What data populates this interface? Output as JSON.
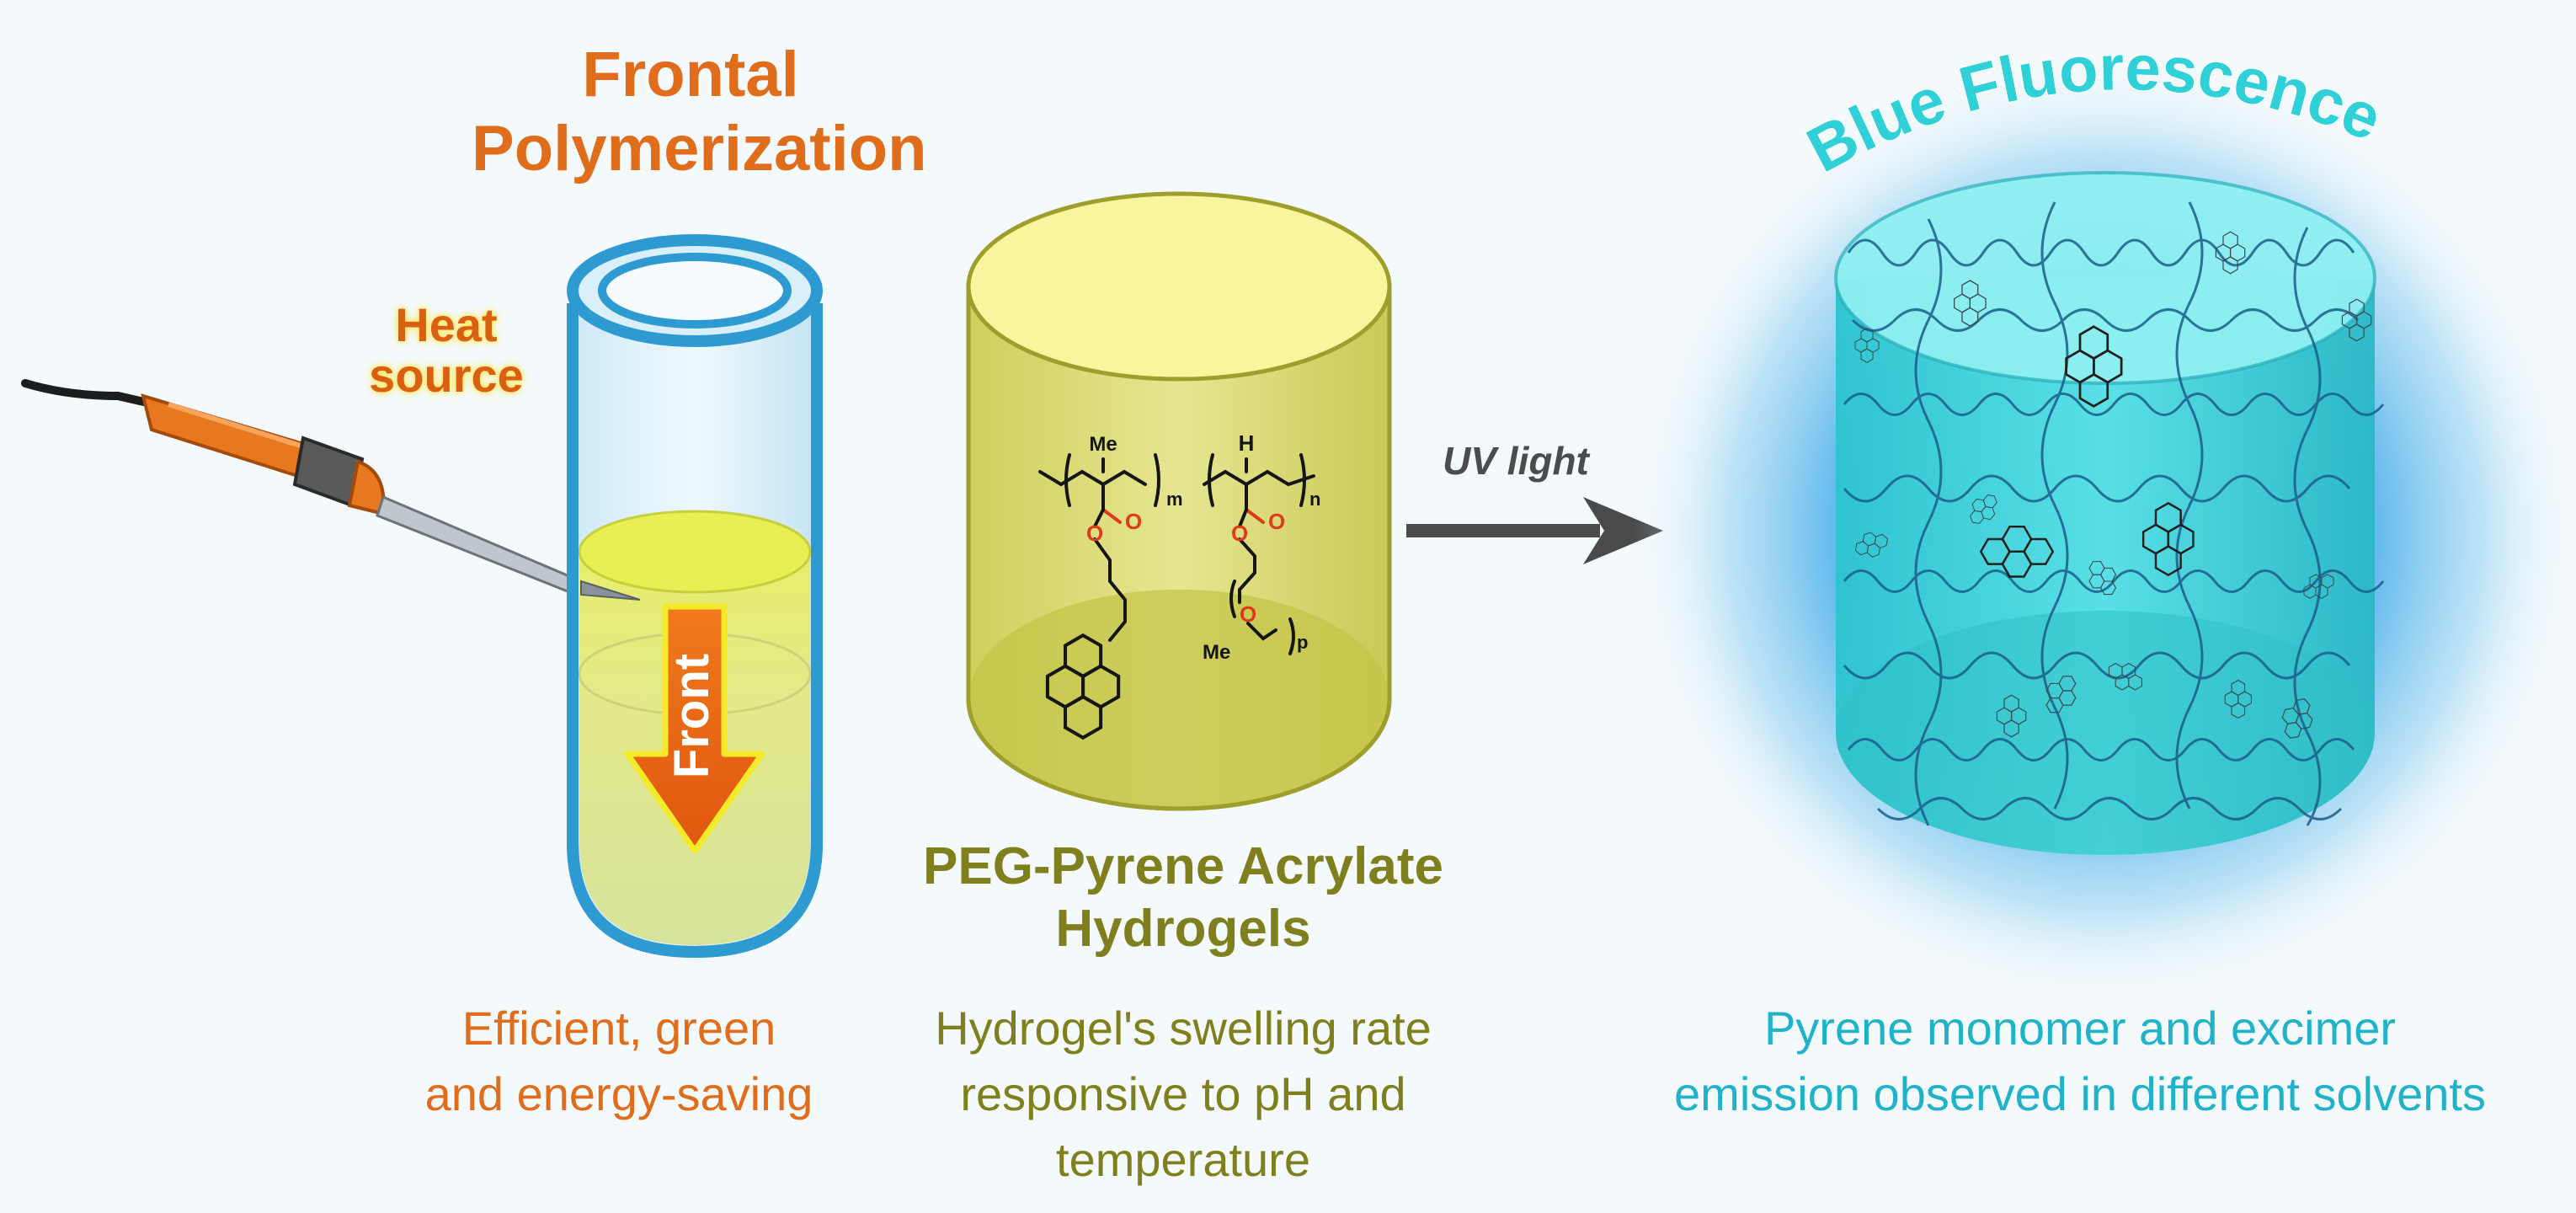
{
  "frontal": {
    "line1": "Frontal",
    "line2": "Polymerization"
  },
  "heat_source": {
    "line1": "Heat",
    "line2": "source"
  },
  "tube": {
    "arrow_label": "Front"
  },
  "polymer": {
    "methyl_label": "Me",
    "hydrogen_label": "H",
    "m_label": "m",
    "n_label": "n",
    "p_label": "p",
    "end_methyl_label": "Me",
    "ether_o_label": "O",
    "ester_o_label": "O"
  },
  "peg": {
    "title_line1": "PEG-Pyrene Acrylate",
    "title_line2": "Hydrogels"
  },
  "uv": {
    "label": "UV light"
  },
  "blue": {
    "title": "Blue Fluorescence"
  },
  "captions": {
    "left": [
      "Efficient, green",
      "and energy-saving"
    ],
    "middle": [
      "Hydrogel's swelling rate",
      "responsive to pH and",
      "temperature"
    ],
    "right": [
      "Pyrene monomer and excimer",
      "emission observed in different solvents"
    ]
  },
  "colors": {
    "orange": "#e06d1c",
    "olive": "#7f7f1e",
    "cyan": "#1fb2c9",
    "gel_yellow": "#dede80",
    "glow_blue": "#49b8ea",
    "cylinder_cyan": "#3fd6dc"
  },
  "icons": [
    "soldering-iron-icon",
    "test-tube-icon",
    "pyrene-molecule-icon",
    "arrow-right-icon"
  ]
}
